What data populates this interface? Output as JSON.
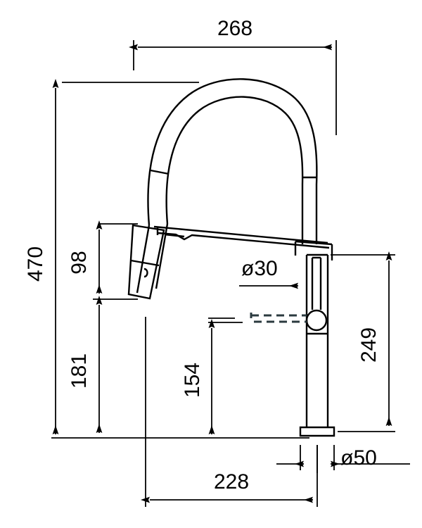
{
  "drawing": {
    "type": "technical-dimension-drawing",
    "subject": "kitchen pull-down spring faucet side elevation",
    "units": "mm",
    "line_color": "#000000",
    "dashed_line_color": "#2b3a3f",
    "background": "#ffffff"
  },
  "dimensions": {
    "overall_width": "268",
    "overall_height": "470",
    "spray_head_height": "98",
    "spray_head_to_base": "181",
    "spout_reach_height": "154",
    "spout_bore": "ø30",
    "body_height": "249",
    "base_diameter": "ø50",
    "projection": "228"
  },
  "labels": [
    {
      "id": "width-268",
      "value": "268",
      "orientation": "horizontal"
    },
    {
      "id": "height-470",
      "value": "470",
      "orientation": "vertical"
    },
    {
      "id": "height-98",
      "value": "98",
      "orientation": "vertical"
    },
    {
      "id": "height-181",
      "value": "181",
      "orientation": "vertical"
    },
    {
      "id": "height-154",
      "value": "154",
      "orientation": "vertical"
    },
    {
      "id": "bore-d30",
      "value": "ø30",
      "orientation": "horizontal"
    },
    {
      "id": "height-249",
      "value": "249",
      "orientation": "vertical"
    },
    {
      "id": "base-d50",
      "value": "ø50",
      "orientation": "horizontal"
    },
    {
      "id": "reach-228",
      "value": "228",
      "orientation": "horizontal"
    }
  ]
}
